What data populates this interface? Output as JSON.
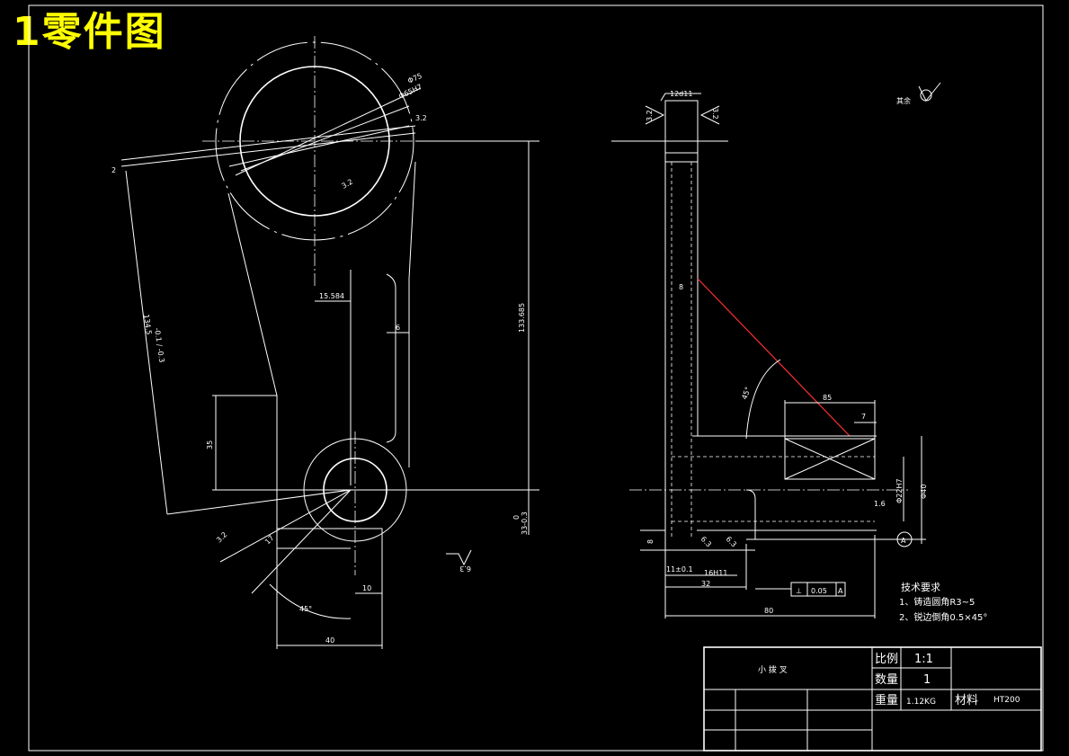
{
  "header": {
    "title": "1零件图"
  },
  "front_view": {
    "dims": {
      "d_hole_large": "Φ75",
      "d_hole_fit": "Φ65H7",
      "rough_32_top": "3.2",
      "rough_32_inner": "3.2",
      "top_small": "2",
      "arm_length": "134.5",
      "arm_tol": "-0.1 / -0.3",
      "dim_15584": "15.584",
      "dim_6": "6",
      "height_133": "133.685",
      "dim_35": "35",
      "tol_0": "0",
      "tol_33": "33-0.3",
      "rough_32_left": "3.2",
      "dim_17": "17",
      "angle_45": "45°",
      "dim_10": "10",
      "dim_40": "40",
      "rough_63": "6.3"
    }
  },
  "side_view": {
    "dims": {
      "width_12d11": "12d11",
      "rough_32_left": "3.2",
      "rough_32_right": "3.2",
      "dim_8_top": "8",
      "angle_45": "45°",
      "dim_85": "85",
      "dim_7": "7",
      "d22h7": "Φ22H7",
      "d40": "Φ40",
      "rough_16": "1.6",
      "dim_8_bottom": "8",
      "rough_63_a": "6.3",
      "rough_63_b": "6.3",
      "dim_11": "11±0.1",
      "dim_16h11": "16H11",
      "dim_32": "32",
      "dim_80": "80",
      "datum_a": "A",
      "tol_frame_sym": "⊥",
      "tol_frame_val": "0.05",
      "tol_frame_ref": "A"
    }
  },
  "surface_note": {
    "label": "其余"
  },
  "tech_req": {
    "title": "技术要求",
    "items": [
      "1、铸造圆角R3~5",
      "2、锐边倒角0.5×45°"
    ]
  },
  "title_block": {
    "part_name": "小 拨 叉",
    "scale_label": "比例",
    "scale_value": "1:1",
    "qty_label": "数量",
    "qty_value": "1",
    "weight_label": "重量",
    "weight_value": "1.12KG",
    "material_label": "材料",
    "material_value": "HT200"
  }
}
